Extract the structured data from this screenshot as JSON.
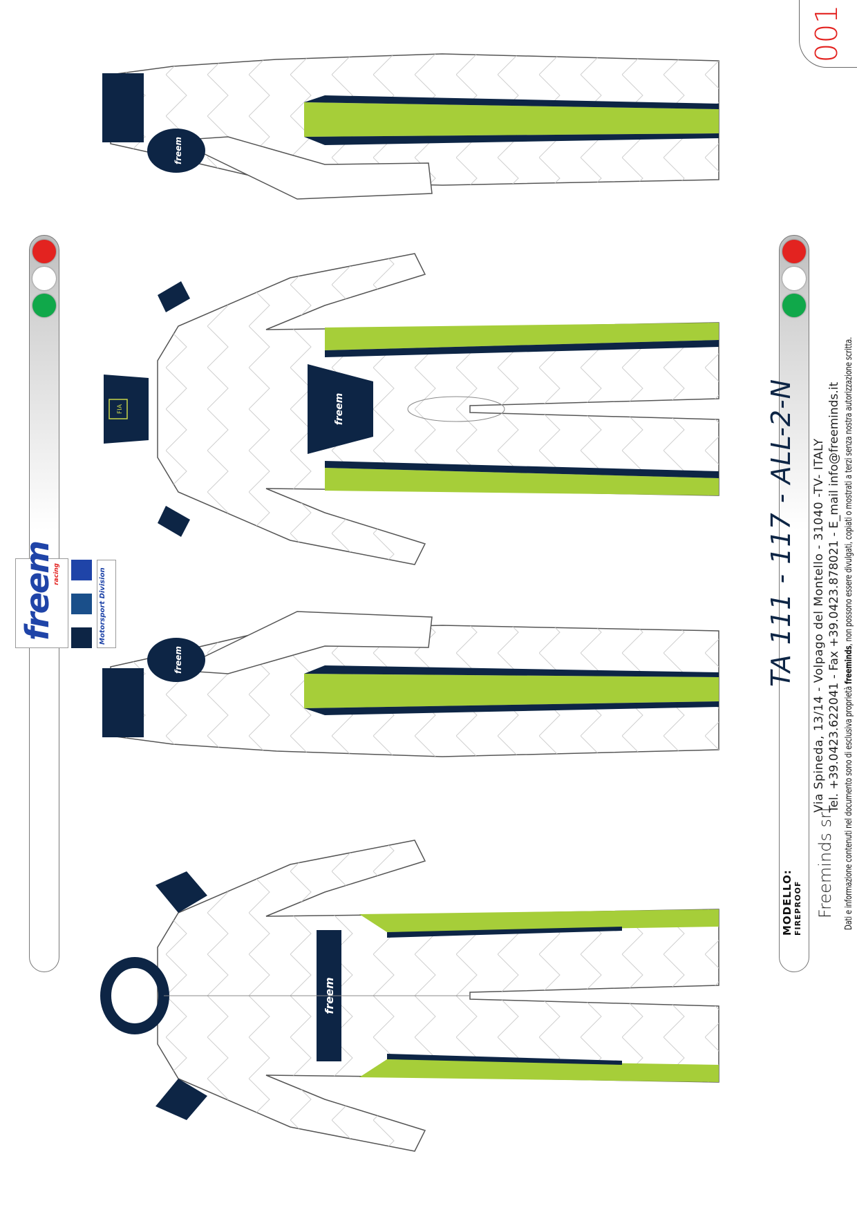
{
  "sheet_number": "001",
  "model": {
    "label": "MODELLO:",
    "type": "FIREPROOF"
  },
  "title": "TA 111 - 117 - ALL-2-N",
  "company": {
    "name": "Freeminds srl",
    "address": "Via  Spineda,  13/14  -  Volpago  del  Montello  -  31040  -TV-  ITALY",
    "contact": "Tel. +39.0423.622041 - Fax +39.0423.878021 - E_mail  info@freeminds.it",
    "disclaimer_before": "Dati e informazione contenuti nel documento sono di esclusiva proprietà ",
    "disclaimer_brand": "freeminds",
    "disclaimer_after": ", non possono essere divulgati, copiati o mostrati a terzi senza nostra autorizzazione scritta."
  },
  "brand": {
    "logo": "freem",
    "tagline": "racing",
    "division": "Motorsport Division"
  },
  "suit_logo": "freem",
  "badge": "FIA",
  "colors": {
    "navy": "#0d2545",
    "lime": "#a6ce39",
    "red_light": "#e32320",
    "green_light": "#10a84a",
    "swatches": [
      "#0d2545",
      "#1a4f8a",
      "#1f44a8"
    ]
  }
}
